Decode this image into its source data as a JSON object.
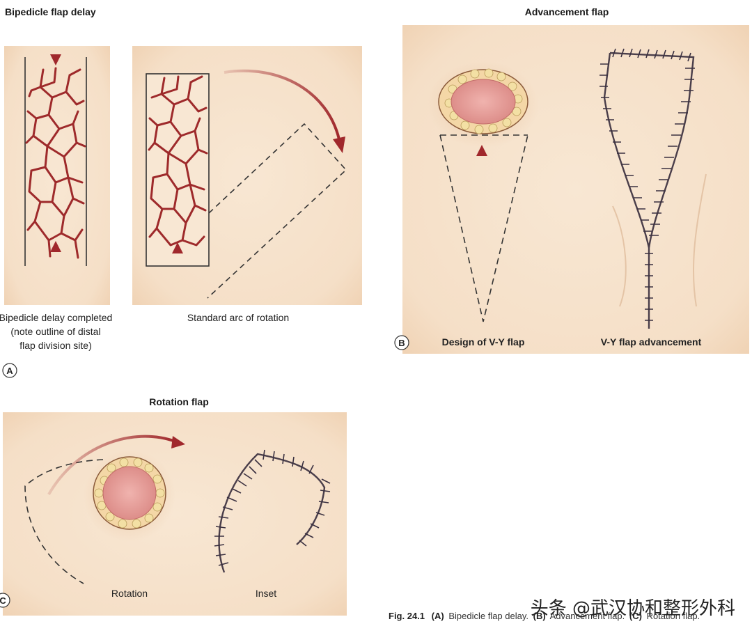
{
  "panel_a": {
    "title": "Bipedicle flap delay",
    "label_left": [
      "Bipedicle delay completed",
      "(note outline of distal",
      "flap division site)"
    ],
    "label_right": "Standard arc of rotation",
    "badge": "A"
  },
  "panel_b": {
    "title": "Advancement flap",
    "label_left": "Design of V-Y flap",
    "label_right": "V-Y flap advancement",
    "badge": "B"
  },
  "panel_c": {
    "title": "Rotation flap",
    "label_left": "Rotation",
    "label_right": "Inset",
    "badge": "C"
  },
  "caption": {
    "fig": "Fig. 24.1",
    "a_key": "(A)",
    "a_text": "Bipedicle flap delay.",
    "b_key": "(B)",
    "b_text": "Advancement flap.",
    "c_key": "(C)",
    "c_text": "Rotation flap."
  },
  "watermark": "头条 @武汉协和整形外科",
  "colors": {
    "skin": "#f6e2cc",
    "vessel": "#9e2a2b",
    "arrow": "#a0282c",
    "wound": "#dc8f8f",
    "fat": "#f0dc9c"
  }
}
